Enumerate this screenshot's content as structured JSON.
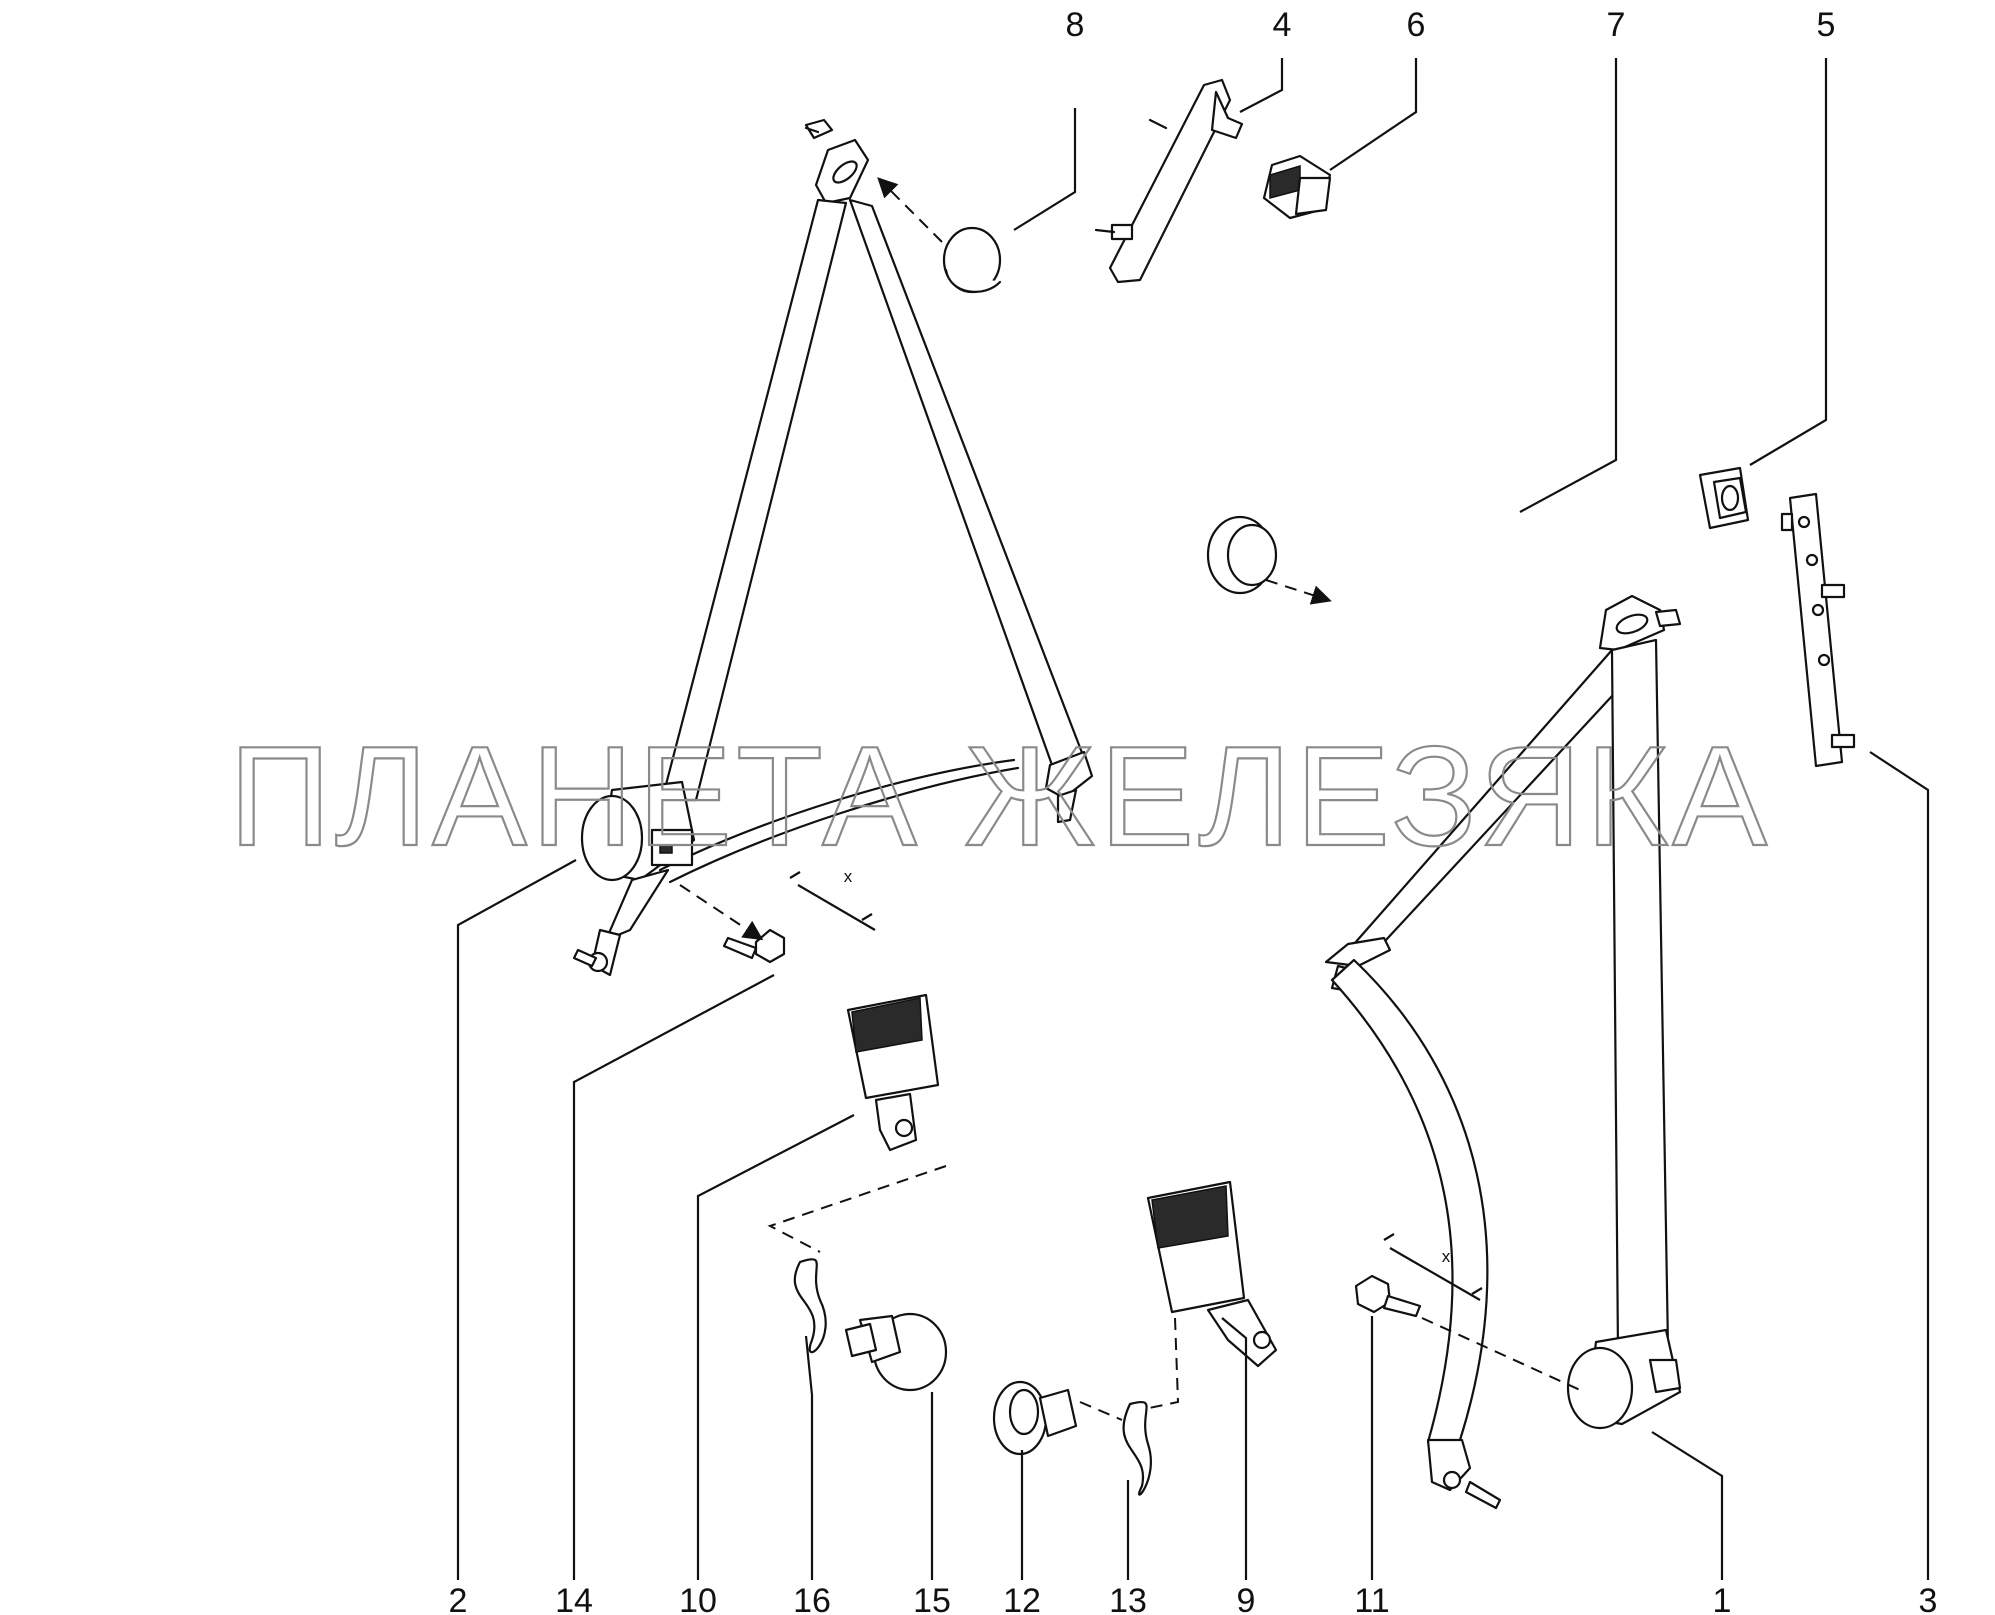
{
  "watermark": "ПЛАНЕТА ЖЕЛЕЗЯКА",
  "dimension_mark": "x",
  "callouts": {
    "c1": "1",
    "c2": "2",
    "c3": "3",
    "c4": "4",
    "c5": "5",
    "c6": "6",
    "c7": "7",
    "c8": "8",
    "c9": "9",
    "c10": "10",
    "c11": "11",
    "c12": "12",
    "c13": "13",
    "c14": "14",
    "c15": "15",
    "c16": "16"
  }
}
